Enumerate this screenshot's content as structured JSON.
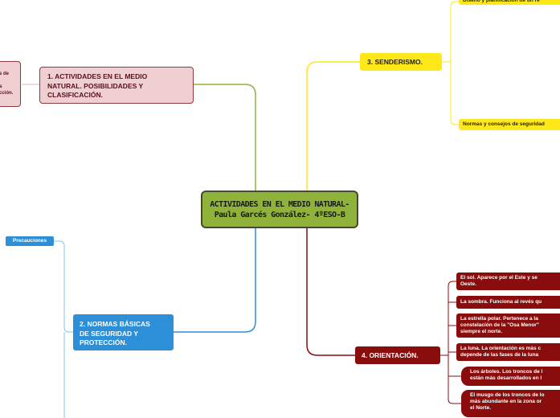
{
  "center": {
    "title": "ACTIVIDADES EN EL MEDIO NATURAL-\nPaula Garcés González- 4ºESO-B"
  },
  "branches": {
    "b1": {
      "label": "1. ACTIVIDADES EN EL MEDIO\nNATURAL. POSIBILIDADES Y\nCLASIFICACIÓN.",
      "color": "#f0cfd2",
      "children": [
        {
          "label": "s de\n\na\ncción."
        }
      ]
    },
    "b2": {
      "label": "2. NORMAS BÁSICAS\nDE SEGURIDAD Y\nPROTECCIÓN.",
      "color": "#2d8fd8",
      "children": [
        {
          "label": "Precauciones"
        }
      ]
    },
    "b3": {
      "label": "3. SENDERISMO.",
      "color": "#ffe81a",
      "children": [
        {
          "label": "Diseño y planificación de un re"
        },
        {
          "label": "Normas y consejos de seguridad"
        }
      ]
    },
    "b4": {
      "label": "4. ORIENTACIÓN.",
      "color": "#8a0d0d",
      "children": [
        {
          "label": "El sol. Aparece por el Este y se\nOeste."
        },
        {
          "label": "La sombra. Funciona al revés qu"
        },
        {
          "label": "La estrella polar. Pertenece a la\nconstelación de la \"Osa Menor\"\nsiempre el norte."
        },
        {
          "label": "La luna. La orientación es más c\ndepende de las fases de la luna"
        },
        {
          "label": "Los árboles. Los troncos de l\nestán más desarrollados en l"
        },
        {
          "label": "El musgo de los troncos de lo\nmás abundante en la zona or\nel Norte."
        }
      ]
    }
  }
}
